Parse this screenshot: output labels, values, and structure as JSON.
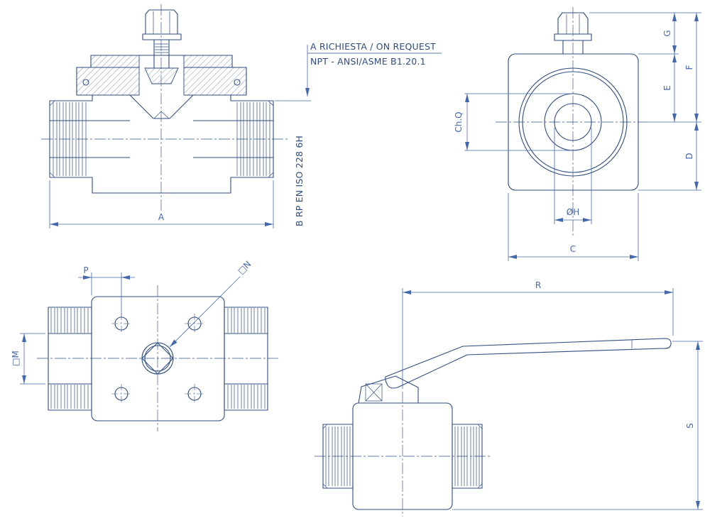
{
  "colors": {
    "line": "#2e4d80",
    "dim": "#4468ad",
    "bg": "#ffffff"
  },
  "notes": {
    "request_line1": "A RICHIESTA / ON REQUEST",
    "request_line2": "NPT - ANSI/ASME B1.20.1",
    "thread_b": "B  RP EN ISO 228 6H"
  },
  "dims": {
    "a": "A",
    "c": "C",
    "d": "D",
    "e": "E",
    "f": "F",
    "g": "G",
    "ch_q": "Ch.Q",
    "dia_h": "ØH",
    "p": "P",
    "sq_n": "□N",
    "sq_m": "□M",
    "r": "R",
    "s": "S"
  }
}
